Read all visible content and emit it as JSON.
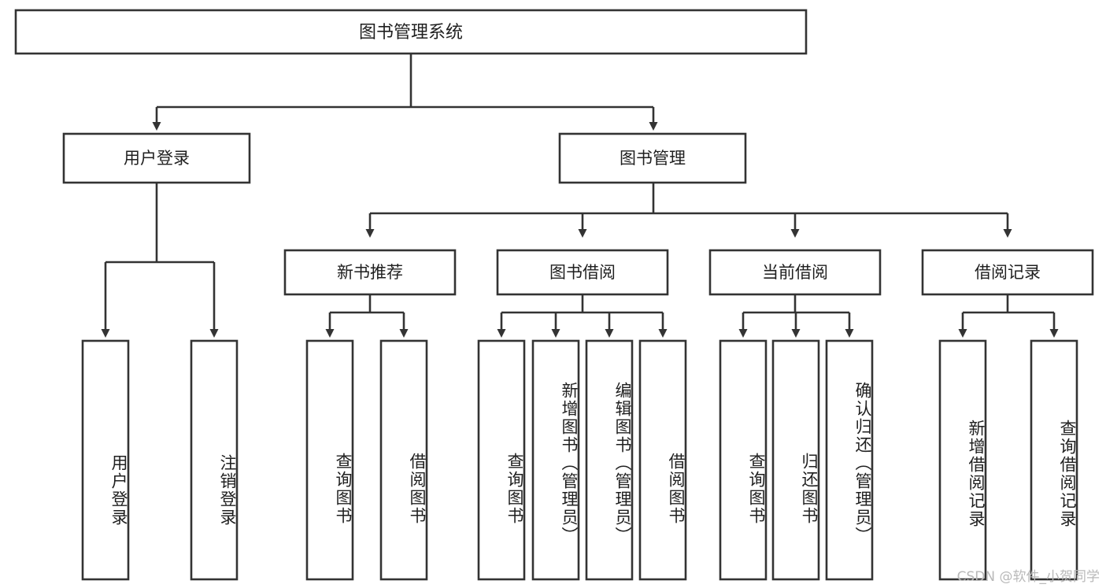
{
  "diagram": {
    "type": "tree-hierarchy",
    "title_node": {
      "id": "root",
      "label": "图书管理系统"
    },
    "level2": [
      {
        "id": "user-login",
        "label": "用户登录"
      },
      {
        "id": "book-management",
        "label": "图书管理"
      }
    ],
    "level3": [
      {
        "id": "new-book-recommend",
        "label": "新书推荐",
        "parent": "book-management"
      },
      {
        "id": "book-borrow",
        "label": "图书借阅",
        "parent": "book-management"
      },
      {
        "id": "current-borrow",
        "label": "当前借阅",
        "parent": "book-management"
      },
      {
        "id": "borrow-record",
        "label": "借阅记录",
        "parent": "book-management"
      }
    ],
    "leaves": [
      {
        "id": "leaf-user-login",
        "label": "用户登录",
        "parent": "user-login"
      },
      {
        "id": "leaf-logout-login",
        "label": "注销登录",
        "parent": "user-login"
      },
      {
        "id": "leaf-query-book-1",
        "label": "查询图书",
        "parent": "new-book-recommend"
      },
      {
        "id": "leaf-borrow-book-1",
        "label": "借阅图书",
        "parent": "new-book-recommend"
      },
      {
        "id": "leaf-query-book-2",
        "label": "查询图书",
        "parent": "book-borrow"
      },
      {
        "id": "leaf-add-book",
        "label": "新增图书（管理员）",
        "parent": "book-borrow"
      },
      {
        "id": "leaf-edit-book",
        "label": "编辑图书（管理员）",
        "parent": "book-borrow"
      },
      {
        "id": "leaf-borrow-book-2",
        "label": "借阅图书",
        "parent": "book-borrow"
      },
      {
        "id": "leaf-query-book-3",
        "label": "查询图书",
        "parent": "current-borrow"
      },
      {
        "id": "leaf-return-book",
        "label": "归还图书",
        "parent": "current-borrow"
      },
      {
        "id": "leaf-confirm-return",
        "label": "确认归还（管理员）",
        "parent": "current-borrow"
      },
      {
        "id": "leaf-add-record",
        "label": "新增借阅记录",
        "parent": "borrow-record"
      },
      {
        "id": "leaf-query-record",
        "label": "查询借阅记录",
        "parent": "borrow-record"
      }
    ],
    "colors": {
      "stroke": "#333333",
      "fill": "#ffffff",
      "text": "#1f1f1f",
      "watermark": "#b9b9b9"
    }
  },
  "watermark": {
    "text": "CSDN @软件_小贺同学"
  }
}
